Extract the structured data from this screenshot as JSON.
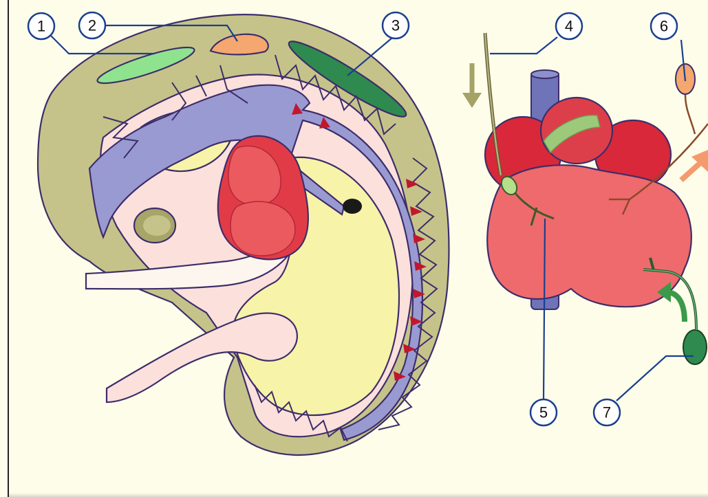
{
  "labels": [
    {
      "id": "1",
      "text": "1"
    },
    {
      "id": "2",
      "text": "2"
    },
    {
      "id": "3",
      "text": "3"
    },
    {
      "id": "4",
      "text": "4"
    },
    {
      "id": "5",
      "text": "5"
    },
    {
      "id": "6",
      "text": "6"
    },
    {
      "id": "7",
      "text": "7"
    }
  ],
  "colors": {
    "background": "#fdfde9",
    "body_olive": "#c5c38a",
    "vessel_purple": "#9a9ad2",
    "heart_red": "#e23b48",
    "organ_red": "#ea5a5e",
    "yolk_yellow": "#f7f3a8",
    "endoderm_pink": "#fbe0dc",
    "light_green": "#8fe38f",
    "orange": "#f5a770",
    "dark_green": "#2f8a4f",
    "label_stroke": "#1a3f8f"
  },
  "arrows": [
    {
      "name": "olive-down-arrow",
      "color": "#a5a268"
    },
    {
      "name": "orange-arrow",
      "color": "#f59a6c"
    },
    {
      "name": "green-curved-arrow",
      "color": "#3a9a4a"
    }
  ]
}
